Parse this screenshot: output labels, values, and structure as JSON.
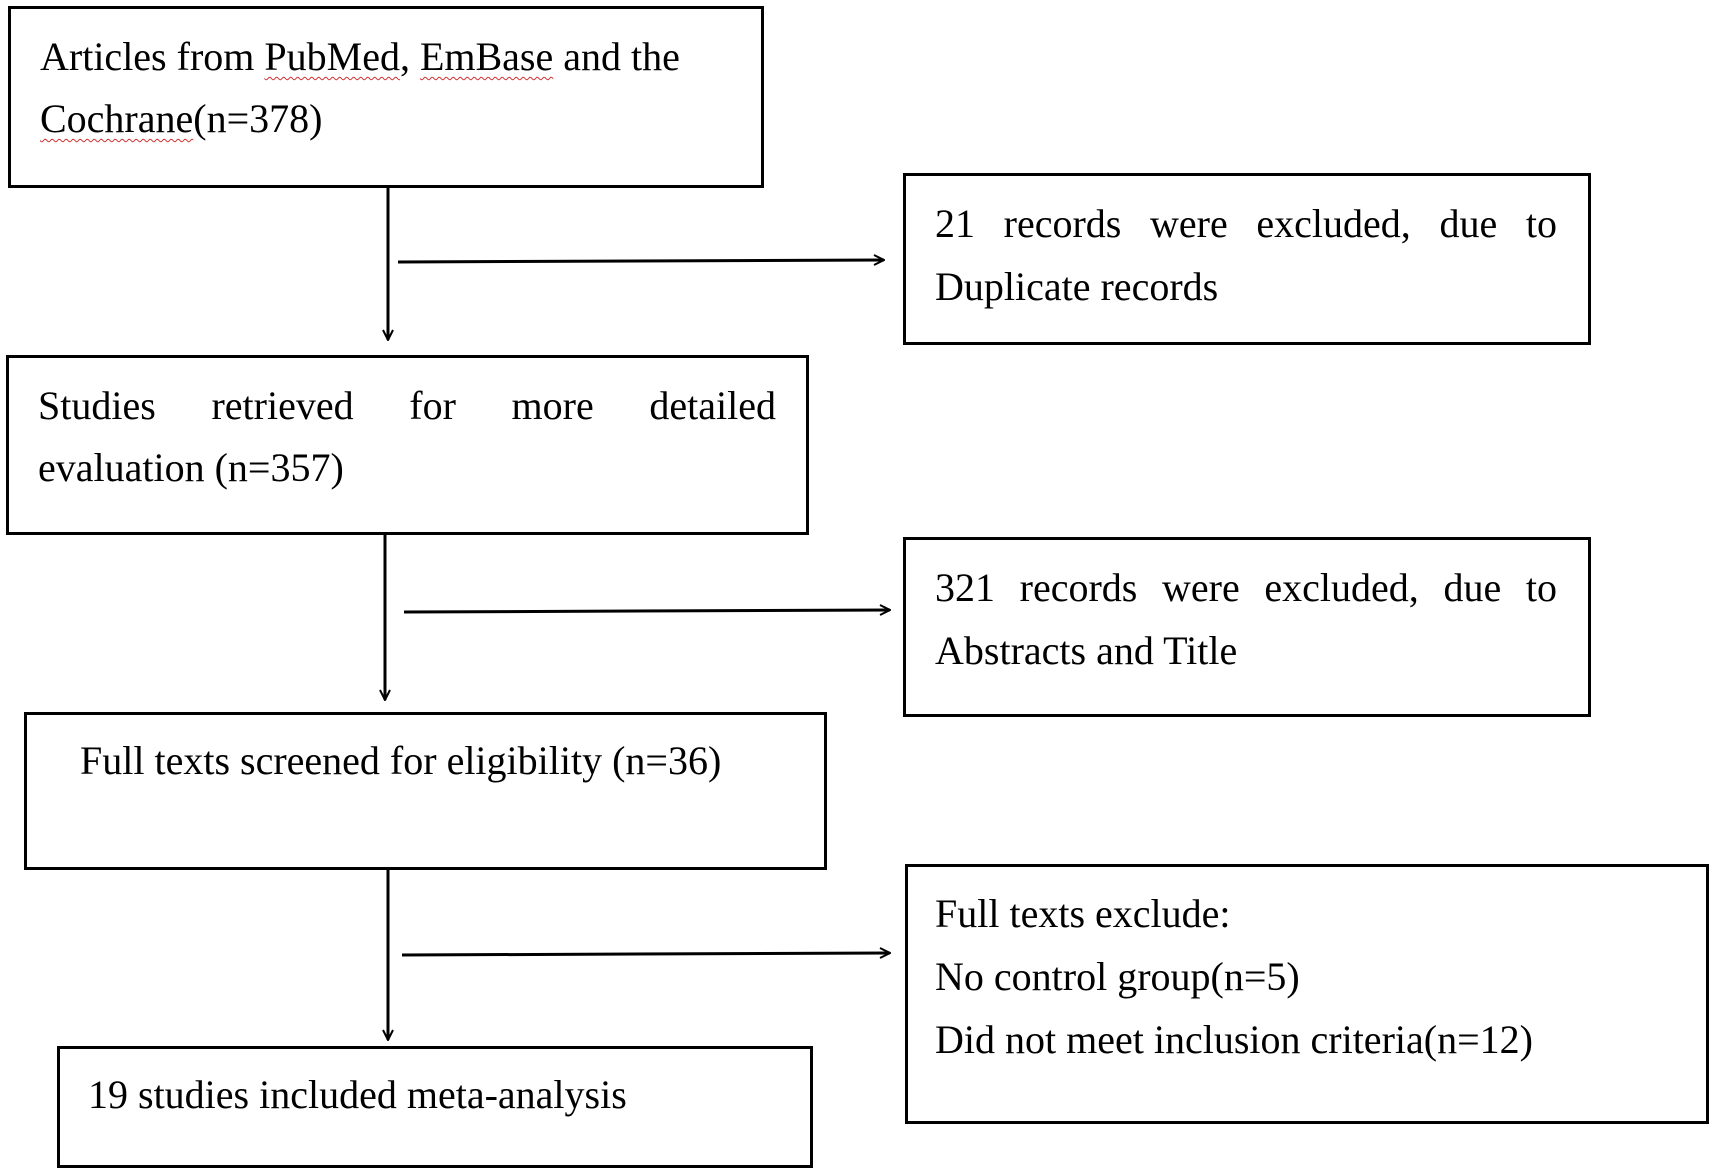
{
  "flow": {
    "box1": {
      "part1": "Articles from ",
      "pubmed": "PubMed",
      "sep": ", ",
      "embase": "EmBase",
      "part2": " and the",
      "cochrane": "Cochrane",
      "part3": "(n=378)"
    },
    "excl1": {
      "line1_words": [
        "21",
        "records",
        "were",
        "excluded,",
        "due",
        "to"
      ],
      "line2": "Duplicate records"
    },
    "box2": {
      "line1_words": [
        "Studies",
        "retrieved",
        "for",
        "more",
        "detailed"
      ],
      "line2": "evaluation (n=357)"
    },
    "excl2": {
      "line1_words": [
        "321",
        "records",
        "were",
        "excluded,",
        "due",
        "to"
      ],
      "line2": "Abstracts and Title"
    },
    "box3": {
      "text": "Full texts screened for eligibility (n=36)"
    },
    "excl3": {
      "line1": "Full texts exclude:",
      "line2": "No control group(n=5)",
      "line3": "Did not meet inclusion criteria(n=12)"
    },
    "box4": {
      "text": "19 studies included meta-analysis"
    }
  }
}
